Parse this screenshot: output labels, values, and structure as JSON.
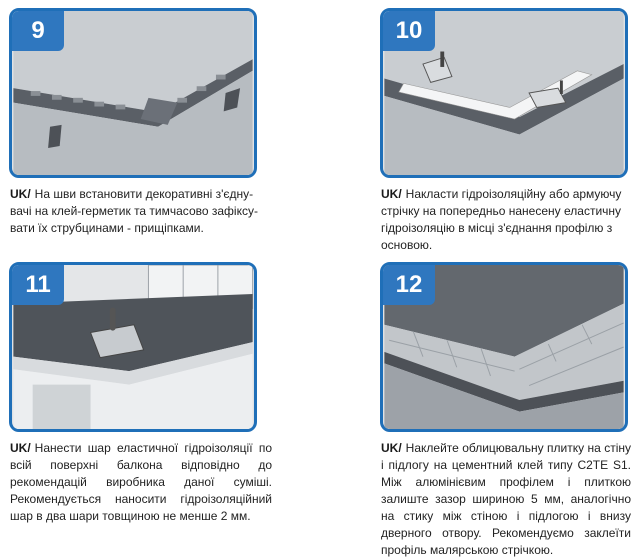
{
  "steps": [
    {
      "number": "9",
      "prefix": "UK/",
      "text": "На шви встановити декоративні з'єдну-вачі на клей-герметик та тимчасово зафіксу-вати їх струбцинами - прищіпками."
    },
    {
      "number": "10",
      "prefix": "UK/",
      "text": "Накласти гідроізоляційну або армуючу стрічку на попередньо нанесену еластичну гідроізоляцію в місці з'єднання профілю з основою."
    },
    {
      "number": "11",
      "prefix": "UK/",
      "text": "Нанести шар еластичної гідроізоляції по всій поверхні балкона відповідно до рекомендацій виробника даної суміші. Рекомендується наносити гідроізоляційний шар в два шари товщиною не менше 2 мм."
    },
    {
      "number": "12",
      "prefix": "UK/",
      "text": "Наклейте облицювальну плитку на стіну і підлогу на цементний клей типу C2TE S1. Між алюмінієвим профілем і плиткою залиште зазор шириною 5 мм, аналогічно на стику між стіною і підлогою і внизу дверного отвору. Рекомендуємо заклеїти профіль малярською стрічкою."
    }
  ],
  "colors": {
    "panel_border": "#1f6fb8",
    "badge": "#2f77bf"
  }
}
